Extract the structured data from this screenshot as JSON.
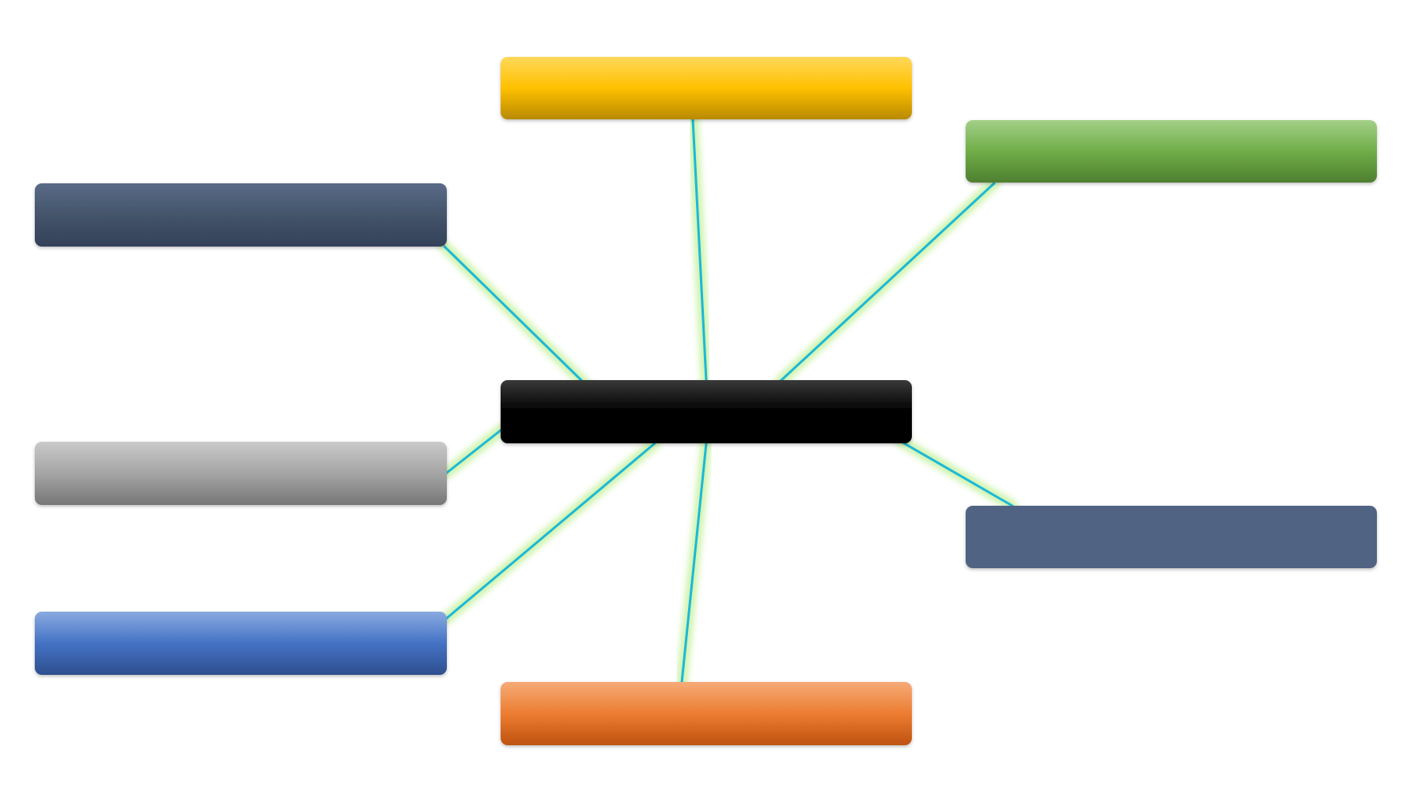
{
  "diagram": {
    "type": "hub-and-spoke",
    "center": {
      "id": "center",
      "label": "",
      "colors": [
        "#3a3a3a",
        "#000000",
        "#000000"
      ]
    },
    "nodes": [
      {
        "id": "top",
        "label": "",
        "colors": [
          "#ffd85a",
          "#ffc000",
          "#b88a00"
        ]
      },
      {
        "id": "upper-right",
        "label": "",
        "colors": [
          "#a3d088",
          "#70ad47",
          "#4e7f30"
        ]
      },
      {
        "id": "upper-left",
        "label": "",
        "colors": [
          "#5a6b88",
          "#44546a",
          "#33415a"
        ]
      },
      {
        "id": "middle-left",
        "label": "",
        "colors": [
          "#c9c9c9",
          "#a5a5a5",
          "#767676"
        ]
      },
      {
        "id": "lower-right",
        "label": "",
        "colors": [
          "#516383",
          "#516383",
          "#516383"
        ]
      },
      {
        "id": "lower-left",
        "label": "",
        "colors": [
          "#8aaae0",
          "#4472c4",
          "#2e4f8e"
        ]
      },
      {
        "id": "bottom",
        "label": "",
        "colors": [
          "#f5aa78",
          "#ed7d31",
          "#be5210"
        ]
      }
    ],
    "connector_color": "#1cb8d8",
    "connector_glow_color": "#a6ea6a"
  }
}
